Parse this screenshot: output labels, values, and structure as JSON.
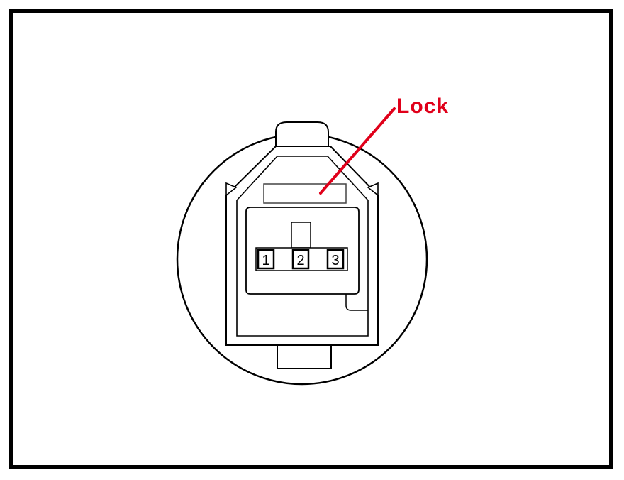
{
  "diagram": {
    "callout_label": "Lock",
    "pin_labels": [
      "1",
      "2",
      "3"
    ],
    "colors": {
      "line": "#000000",
      "callout": "#e0001a",
      "background": "#ffffff"
    }
  }
}
